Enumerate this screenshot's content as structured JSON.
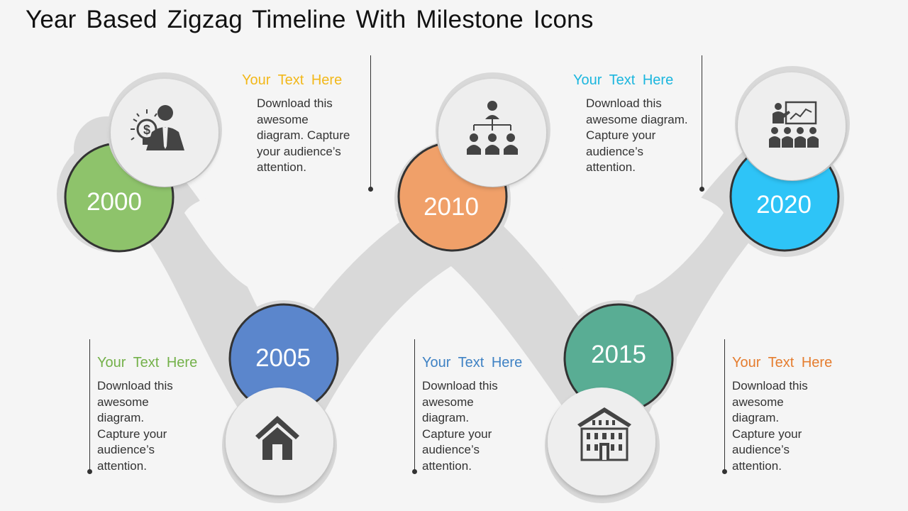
{
  "title": "Year Based Zigzag Timeline With Milestone Icons",
  "milestones": [
    {
      "year": "2000",
      "color": "#8ec36b",
      "icon": "businessman-money-idea-icon",
      "heading": "Your  Text Here",
      "heading_color": "#f2b81a",
      "body": "Download this awesome diagram. Capture your audience’s attention."
    },
    {
      "year": "2005",
      "color": "#5b86cc",
      "icon": "home-icon",
      "heading": "Your  Text Here",
      "heading_color": "#74b14a",
      "body": "Download this awesome diagram. Capture your audience’s attention."
    },
    {
      "year": "2010",
      "color": "#f0a069",
      "icon": "organization-chart-icon",
      "heading": "Your  Text Here",
      "heading_color": "#3f82c4",
      "body": "Download this awesome diagram. Capture your audience’s attention."
    },
    {
      "year": "2015",
      "color": "#59ad94",
      "icon": "building-icon",
      "heading": "Your  Text Here",
      "heading_color": "#1bb6de",
      "body": "Download this awesome diagram. Capture your audience’s attention."
    },
    {
      "year": "2020",
      "color": "#2ec4f7",
      "icon": "presentation-audience-icon",
      "heading": "Your  Text Here",
      "heading_color": "#e57d2f",
      "body": "Download this awesome diagram. Capture your audience’s attention."
    }
  ],
  "colors": {
    "background": "#f5f5f5",
    "track": "#d9d9d9",
    "icon_disc": "#eeeeee",
    "icon_fill": "#444444",
    "ring_stroke": "#333333",
    "text": "#333333"
  }
}
